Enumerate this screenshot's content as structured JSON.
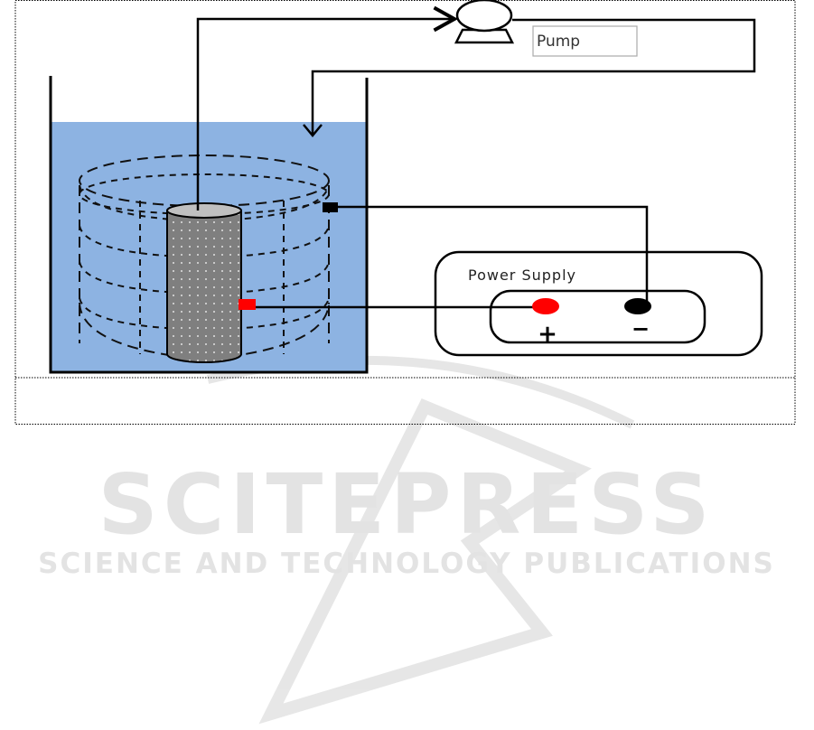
{
  "diagram": {
    "pump_label": "Pump",
    "power_supply_label": "Power Supply",
    "positive_label": "+",
    "negative_label": "−",
    "colors": {
      "water": "#8db3e2",
      "anode": "#7f7f7f",
      "positive": "#ff0000",
      "negative": "#000000"
    }
  },
  "watermark": {
    "title": "SCITEPRESS",
    "subtitle": "SCIENCE AND TECHNOLOGY PUBLICATIONS"
  }
}
